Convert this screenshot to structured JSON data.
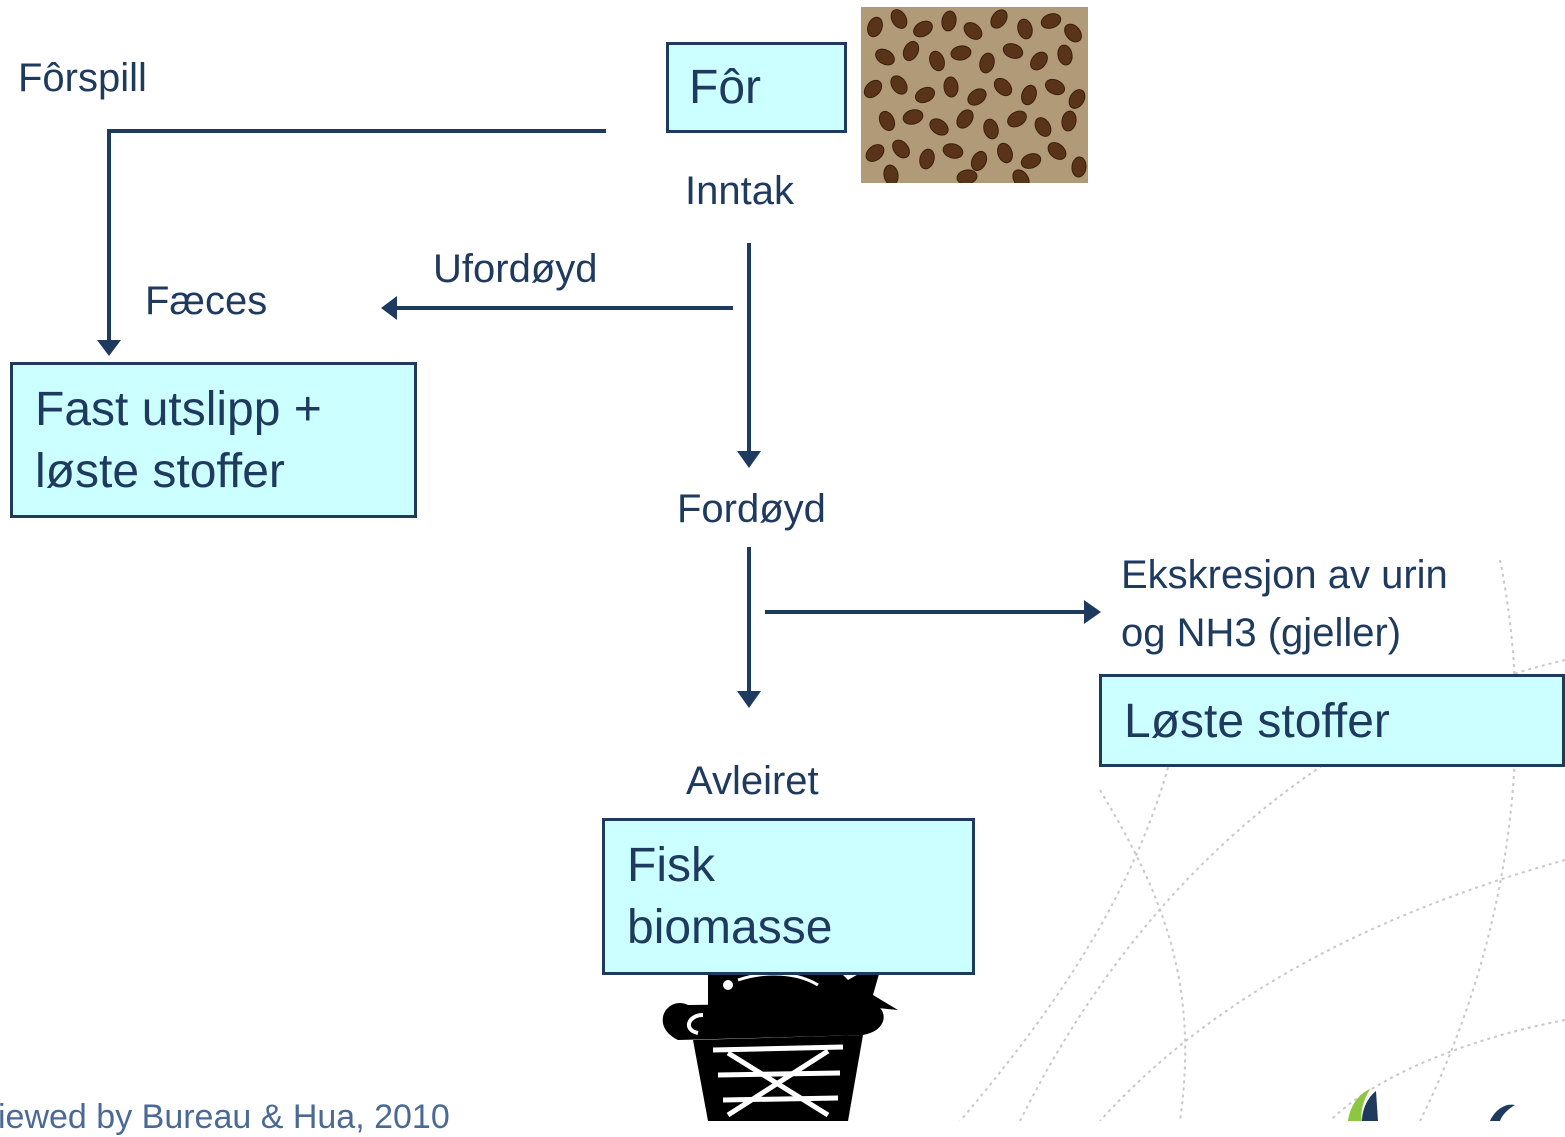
{
  "colors": {
    "text": "#1f3a5f",
    "box_fill": "#ccffff",
    "box_border": "#1f3a5f",
    "arrow": "#1f3a5f",
    "pellet_bg": "#b09a78",
    "pellet": "#5a3418"
  },
  "labels": {
    "forspill": "Fôrspill",
    "inntak": "Inntak",
    "ufordoyd": "Ufordøyd",
    "faeces": "Fæces",
    "fordoyd": "Fordøyd",
    "ekskresjon_line1": "Ekskresjon av urin",
    "ekskresjon_line2": "og NH3 (gjeller)",
    "avleiret": "Avleiret"
  },
  "boxes": {
    "for": "Fôr",
    "fast_line1": "Fast utslipp +",
    "fast_line2": "løste stoffer",
    "loste": "Løste stoffer",
    "fisk_line1": "Fisk",
    "fisk_line2": "biomasse"
  },
  "footer": {
    "citation": "iewed by Bureau & Hua, 2010"
  },
  "icons": {
    "feed": "feed-pellets-image",
    "fish": "fish-basket-clipart",
    "logo": "logo"
  }
}
